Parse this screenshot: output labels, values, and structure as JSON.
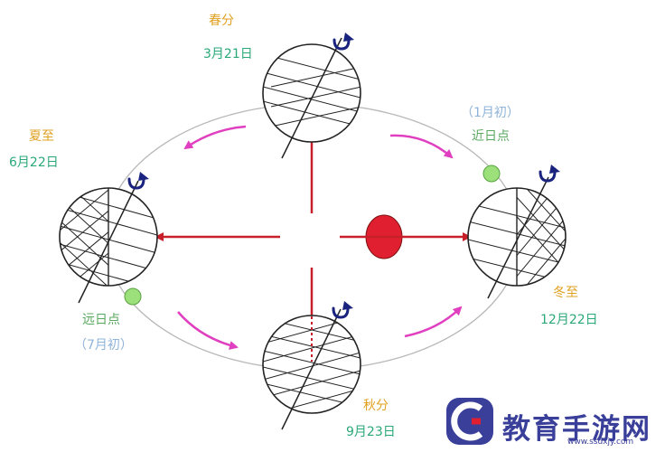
{
  "labels": {
    "spring_equinox": "春分",
    "spring_date": "3月21日",
    "summer_solstice": "夏至",
    "summer_date": "6月22日",
    "autumn_equinox": "秋分",
    "autumn_date": "9月23日",
    "winter_solstice": "冬至",
    "winter_date": "12月22日",
    "perihelion_month": "（1月初）",
    "perihelion": "近日点",
    "aphelion": "远日点",
    "aphelion_month": "（7月初）"
  },
  "watermark": {
    "text": "教育手游网",
    "url": "www.ssdxjy.com"
  },
  "colors": {
    "orbit": "#b8b8b8",
    "sun": "#e02030",
    "rays": "#c8202a",
    "motion_arrows": "#e040c0",
    "marker": "#9be07a",
    "spin_arrow": "#1a237e",
    "season_text": "#e0a020",
    "date_text": "#2aa878"
  }
}
